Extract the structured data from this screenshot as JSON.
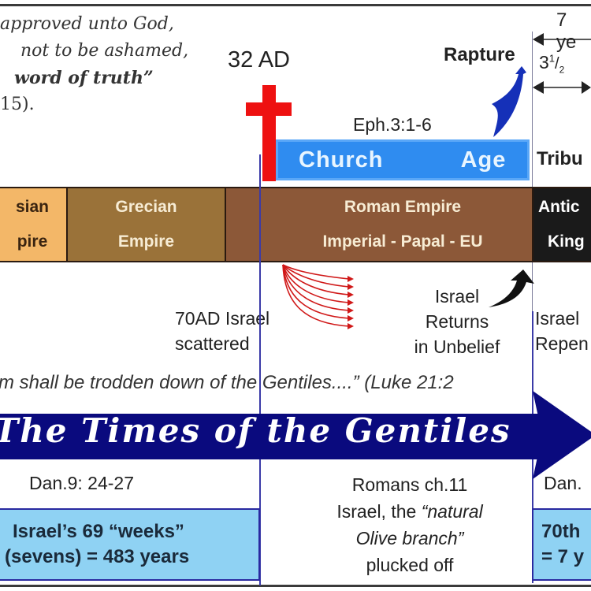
{
  "quote": {
    "line1": "approved unto God,",
    "line2": "not to be ashamed,",
    "line3": "word of truth”",
    "line4": "15)."
  },
  "top_markers": {
    "year": "32 AD",
    "rapture": "Rapture",
    "eph_ref": "Eph.3:1-6",
    "church_age": "Church   Age",
    "seven_years": "7 ye",
    "three_half": "3",
    "three_half_sup": "1",
    "three_half_sub": "2",
    "tribulation": "Tribu"
  },
  "empires": [
    {
      "line1": "sian",
      "line2": "pire",
      "color": "#f3b768",
      "text_color": "#3a2410"
    },
    {
      "line1": "Grecian",
      "line2": "Empire",
      "color": "#9a7239",
      "text_color": "#f7ecd4"
    },
    {
      "line1": "Roman Empire",
      "line2": "Imperial - Papal - EU",
      "color": "#8c5838",
      "text_color": "#f7ecd4"
    },
    {
      "line1": "Antic",
      "line2": "King",
      "color": "#1a1a1a",
      "text_color": "#ffffff"
    }
  ],
  "events": {
    "scattered_line1": "70AD Israel",
    "scattered_line2": "scattered",
    "returns_line1": "Israel",
    "returns_line2": "Returns",
    "returns_line3": "in Unbelief",
    "repent_line1": "Israel",
    "repent_line2": "Repen"
  },
  "luke_quote": "m shall be trodden down of the Gentiles....” (Luke 21:2",
  "gentiles_banner": "The Times of the Gentiles",
  "lower": {
    "dan_ref_left": "Dan.9: 24-27",
    "weeks_line1": "Israel’s 69 “weeks”",
    "weeks_line2": "(sevens) = 483 years",
    "romans_line1": "Romans ch.11",
    "romans_line2a": "Israel, the ",
    "romans_line2b": "“natural",
    "romans_line3": "Olive branch”",
    "romans_line4": "plucked off",
    "dan_ref_right": "Dan.",
    "seventieth_line1": "70th",
    "seventieth_line2": "= 7 y"
  },
  "colors": {
    "church_blue": "#2f8cf0",
    "cross_red": "#ee1111",
    "navy": "#0a0a7e",
    "light_blue_box": "#8fd2f3",
    "timeline_line": "#3b3ba8"
  }
}
